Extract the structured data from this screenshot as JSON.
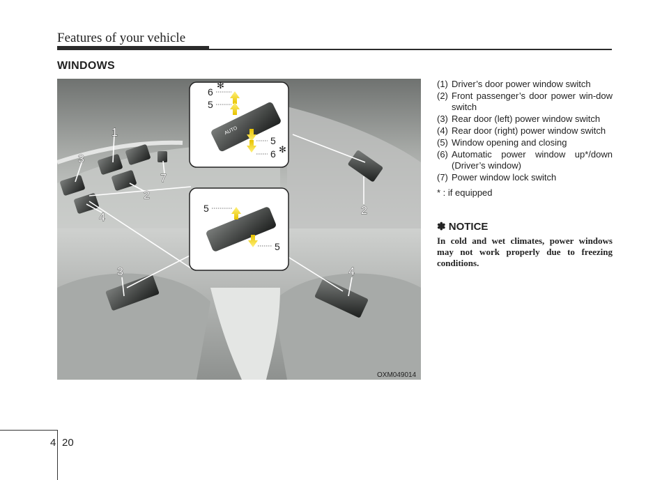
{
  "header": {
    "title": "Features of your vehicle"
  },
  "section": {
    "heading": "WINDOWS"
  },
  "figure": {
    "code": "OXM049014",
    "callouts": {
      "c1": "1",
      "c2a": "2",
      "c2b": "2",
      "c3a": "3",
      "c3b": "3",
      "c4a": "4",
      "c4b": "4",
      "c7": "7",
      "z6a": "6",
      "z5a": "5",
      "z5b": "5",
      "z6b": "6",
      "m5a": "5",
      "m5b": "5",
      "star1": "✻",
      "star2": "✻"
    },
    "auto_label": "AUTO"
  },
  "legend": [
    {
      "num": "(1)",
      "text": "Driver’s door power window switch"
    },
    {
      "num": "(2)",
      "text": "Front passenger’s door power win-dow switch"
    },
    {
      "num": "(3)",
      "text": "Rear door (left) power window switch"
    },
    {
      "num": "(4)",
      "text": "Rear door (right) power window switch"
    },
    {
      "num": "(5)",
      "text": "Window opening and closing"
    },
    {
      "num": "(6)",
      "text": "Automatic power window up*/down (Driver’s window)"
    },
    {
      "num": "(7)",
      "text": "Power window lock switch"
    }
  ],
  "footnote": "* : if equipped",
  "notice": {
    "title": "✽ NOTICE",
    "body": "In cold and wet climates, power windows may not work properly due to freezing conditions."
  },
  "footer": {
    "chapter": "4",
    "page": "20"
  }
}
